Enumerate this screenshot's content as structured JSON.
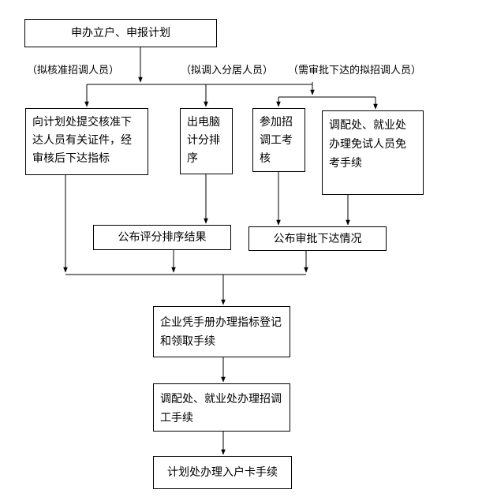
{
  "nodes": {
    "start": "申办立户、申报计划",
    "submit_docs": "向计划处提交核准下达人员有关证件，经审核后下达指标",
    "computer_rank": "出电脑计分排序",
    "exam": "参加招调工考核",
    "exempt": "调配处、就业处办理免试人员免考手续",
    "publish_rank": "公布评分排序结果",
    "publish_approval": "公布审批下达情况",
    "register": "企业凭手册办理指标登记和领取手续",
    "recruit": "调配处、就业处办理招调工手续",
    "household": "计划处办理入户卡手续"
  },
  "labels": {
    "approved": "（拟核准招调人员）",
    "settle": "（拟调入分居人员）",
    "approval_needed": "（需审批下达的拟招调人员）"
  }
}
